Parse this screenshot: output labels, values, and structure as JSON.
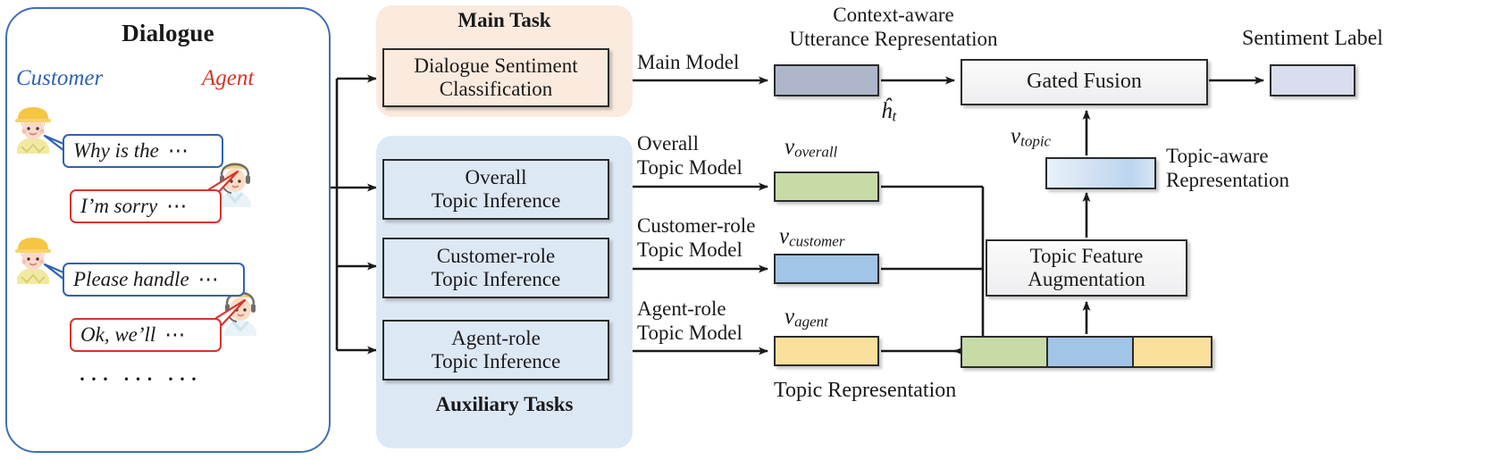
{
  "dialogue": {
    "title": "Dialogue",
    "customer_label": "Customer",
    "agent_label": "Agent",
    "ellipsis": "··· ··· ···",
    "turns": [
      {
        "role": "customer",
        "text": "Why is the",
        "trailing": "⋯"
      },
      {
        "role": "agent",
        "text": "I’m sorry",
        "trailing": "⋯"
      },
      {
        "role": "customer",
        "text": "Please handle",
        "trailing": "⋯"
      },
      {
        "role": "agent",
        "text": "Ok, we’ll",
        "trailing": "⋯"
      }
    ]
  },
  "groups": {
    "main_task_title": "Main Task",
    "auxiliary_tasks_title": "Auxiliary Tasks"
  },
  "boxes": {
    "dialogue_sentiment_classification": {
      "line1": "Dialogue Sentiment",
      "line2": "Classification"
    },
    "overall_topic_inference": {
      "line1": "Overall",
      "line2": "Topic Inference"
    },
    "customer_topic_inference": {
      "line1": "Customer-role",
      "line2": "Topic Inference"
    },
    "agent_topic_inference": {
      "line1": "Agent-role",
      "line2": "Topic Inference"
    },
    "gated_fusion": {
      "line1": "Gated Fusion"
    },
    "topic_feature_augmentation": {
      "line1": "Topic Feature",
      "line2": "Augmentation"
    }
  },
  "edge_labels": {
    "main_model": "Main Model",
    "overall_topic_model_l1": "Overall",
    "overall_topic_model_l2": "Topic Model",
    "customer_topic_model_l1": "Customer-role",
    "customer_topic_model_l2": "Topic Model",
    "agent_topic_model_l1": "Agent-role",
    "agent_topic_model_l2": "Topic Model"
  },
  "annotations": {
    "context_aware_l1": "Context-aware",
    "context_aware_l2": "Utterance Representation",
    "topic_representation": "Topic Representation",
    "topic_aware_l1": "Topic-aware",
    "topic_aware_l2": "Representation",
    "sentiment_label": "Sentiment Label"
  },
  "symbols": {
    "h_t": {
      "base": "ĥ",
      "sub": "t"
    },
    "v_overall": {
      "base": "v",
      "sub": "overall"
    },
    "v_customer": {
      "base": "v",
      "sub": "customer"
    },
    "v_agent": {
      "base": "v",
      "sub": "agent"
    },
    "v_topic": {
      "base": "v",
      "sub": "topic"
    }
  },
  "colors": {
    "main_task_bg": "#fbeade",
    "aux_task_bg": "#dde8f5",
    "dialogue_border": "#3f6fb5",
    "customer_text": "#2f63b0",
    "agent_text": "#d8342a",
    "h_t_box": "#aeb6c9",
    "v_overall_box": "#c7dba7",
    "v_customer_box": "#a2c4e6",
    "v_agent_box": "#fbdf9d",
    "sentiment_label_box": "#d9dded",
    "topic_aware_box": "#cfe0f2",
    "wire": "#1a1a1a"
  }
}
